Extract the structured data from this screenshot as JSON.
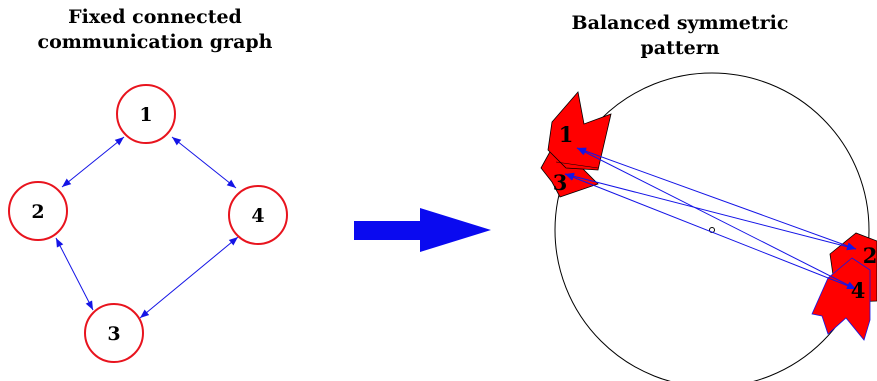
{
  "left_panel": {
    "title_line1": "Fixed connected",
    "title_line2": "communication graph",
    "nodes": [
      {
        "label": "1"
      },
      {
        "label": "2"
      },
      {
        "label": "3"
      },
      {
        "label": "4"
      }
    ],
    "edges": [
      [
        "1",
        "2"
      ],
      [
        "1",
        "4"
      ],
      [
        "2",
        "3"
      ],
      [
        "3",
        "4"
      ]
    ],
    "node_color": "#e8141e",
    "edge_color": "#1414e6"
  },
  "arrow": {
    "color": "#0a0af0",
    "icon": "right-arrow-icon"
  },
  "right_panel": {
    "title_line1": "Balanced symmetric",
    "title_line2": "pattern",
    "agents": [
      {
        "label": "1"
      },
      {
        "label": "2"
      },
      {
        "label": "3"
      },
      {
        "label": "4"
      }
    ],
    "agent_color": "#ff0000",
    "line_color": "#1414e6",
    "circle_color": "#000000"
  }
}
